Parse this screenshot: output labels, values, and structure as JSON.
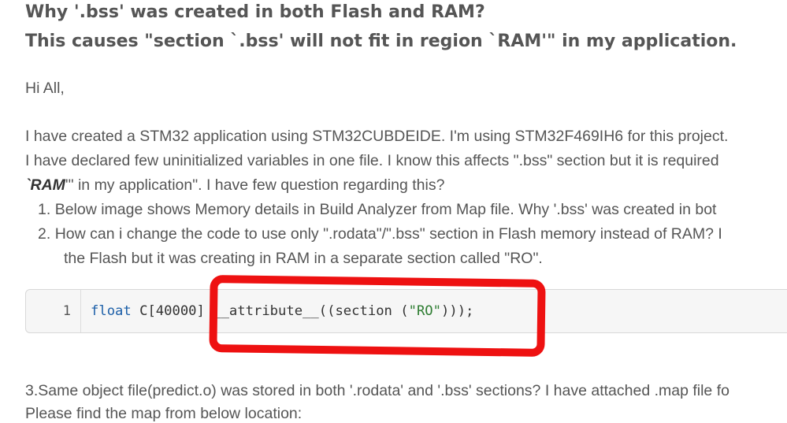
{
  "post": {
    "title_line1": "Why '.bss' was created in both Flash and RAM?",
    "title_line2": "This causes \"section `.bss' will not fit in region `RAM'\" in my application.",
    "greeting": "Hi All,",
    "para1_line1": "I have created a STM32 application using STM32CUBDEIDE. I'm using STM32F469IH6 for this project.",
    "para1_line2": "I have declared few uninitialized variables in one file. I know this affects \".bss\" section but it is required",
    "para1_line3_em": "`RAM",
    "para1_line3_rest": "'\" in my application\". I have few question regarding this?",
    "list": [
      {
        "num": "1.",
        "text": "Below image shows Memory details in Build Analyzer from Map file. Why '.bss' was created in bot"
      },
      {
        "num": "2.",
        "text": "How can i change the code to use only \".rodata\"/\".bss\" section in Flash memory instead of RAM? I"
      }
    ],
    "list2_line2": "the Flash but it was creating in RAM in a separate section called \"RO\".",
    "code": {
      "line_number": "1",
      "kw": "float",
      "decl": " C[40000] ",
      "attr": "__attribute__((section (",
      "str": "\"RO\"",
      "close": ")));"
    },
    "para3_line1": "3.Same object file(predict.o) was stored in both '.rodata' and '.bss' sections? I have attached .map file fo",
    "para3_line2": "Please find the map from below location:"
  },
  "annotation_color": "#ee1111"
}
